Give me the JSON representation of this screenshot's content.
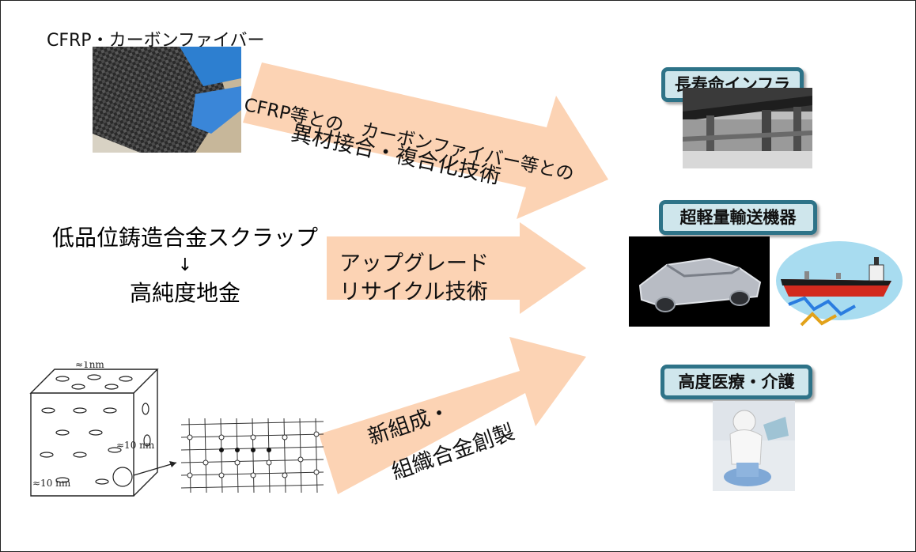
{
  "sources": {
    "cfrp_label": "CFRP・カーボンファイバー",
    "scrap_label": "低品位鋳造合金スクラップ",
    "down_arrow": "↓",
    "metal_label": "高純度地金"
  },
  "arrows": {
    "top": {
      "line1": "CFRP等との　カーボンファイバー等との",
      "line2": "異材接合・複合化技術"
    },
    "middle": {
      "line1": "アップグレード",
      "line2": "リサイクル技術"
    },
    "bottom": {
      "line1": "新組成・",
      "line2": "組織合金創製"
    }
  },
  "outcomes": {
    "infra": "長寿命インフラ",
    "transport": "超軽量輸送機器",
    "medical": "高度医療・介護"
  },
  "nano_diagram": {
    "label_1nm": "≈1nm",
    "label_10nm_a": "≈10 nm",
    "label_10nm_b": "≈10 nm"
  },
  "colors": {
    "arrow_fill": "#fcd3b4",
    "tag_fill": "#cfe6ec",
    "tag_border": "#2e7388"
  }
}
